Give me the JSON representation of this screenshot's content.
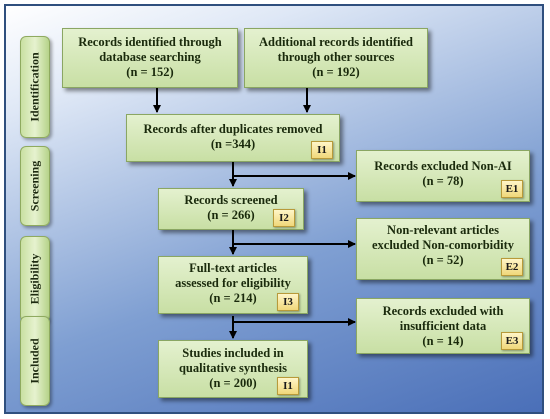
{
  "stages": [
    "Identification",
    "Screening",
    "Eligibility",
    "Included"
  ],
  "boxes": {
    "db_search": {
      "lines": [
        "Records identified through",
        "database searching",
        "(n = 152)"
      ]
    },
    "other": {
      "lines": [
        "Additional records identified",
        "through other sources",
        "(n = 192)"
      ]
    },
    "dedup": {
      "lines": [
        "Records after duplicates removed",
        "(n =344)"
      ],
      "tag": "I1"
    },
    "excl_ai": {
      "lines": [
        "Records excluded Non-AI",
        "(n = 78)"
      ],
      "tag": "E1"
    },
    "screened": {
      "lines": [
        "Records screened",
        "(n = 266)"
      ],
      "tag": "I2"
    },
    "excl_comorb": {
      "lines": [
        "Non-relevant articles",
        "excluded Non-comorbidity",
        "(n = 52)"
      ],
      "tag": "E2"
    },
    "fulltext": {
      "lines": [
        "Full-text articles",
        "assessed for eligibility",
        "(n = 214)"
      ],
      "tag": "I3"
    },
    "excl_data": {
      "lines": [
        "Records excluded with",
        "insufficient data",
        "(n = 14)"
      ],
      "tag": "E3"
    },
    "included": {
      "lines": [
        "Studies included in",
        "qualitative synthesis",
        "(n = 200)"
      ],
      "tag": "I1"
    }
  }
}
